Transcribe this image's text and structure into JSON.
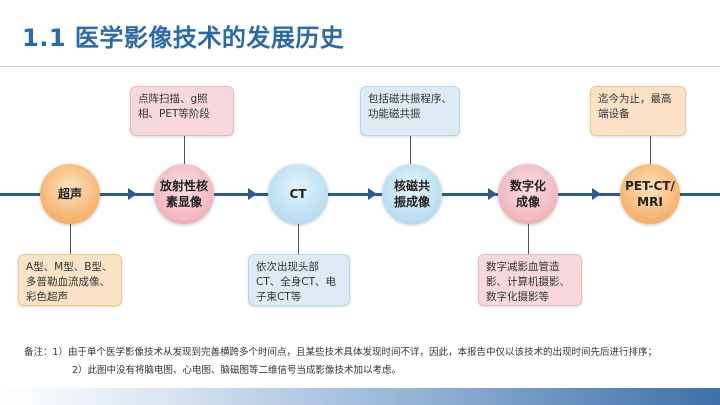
{
  "header": {
    "title": "1.1 医学影像技术的发展历史"
  },
  "nodes": [
    {
      "label": "超声"
    },
    {
      "label": "放射性核素显像"
    },
    {
      "label": "CT"
    },
    {
      "label": "核磁共振成像"
    },
    {
      "label": "数字化成像"
    },
    {
      "label": "PET-CT/MRI"
    }
  ],
  "top_boxes": [
    {
      "text": "点阵扫描、g照相、PET等阶段"
    },
    {
      "text": "包括磁共振程序、功能磁共振"
    },
    {
      "text": "迄今为止，最高端设备"
    }
  ],
  "bottom_boxes": [
    {
      "text": "A型、M型、B型、多普勒血流成像、彩色超声"
    },
    {
      "text": "依次出现头部CT、全身CT、电子束CT等"
    },
    {
      "text": "数字减影血管造影、计算机摄影、数字化摄影等"
    }
  ],
  "notes": {
    "line1": "备注：1）由于单个医学影像技术从发现到完善横跨多个时间点，且某些技术具体发现时间不详，因此，本报告中仅以该技术的出现时间先后进行排序；",
    "line2": "2）此图中没有将脑电图、心电图、脑磁图等二维信号当成影像技术加以考虑。"
  }
}
